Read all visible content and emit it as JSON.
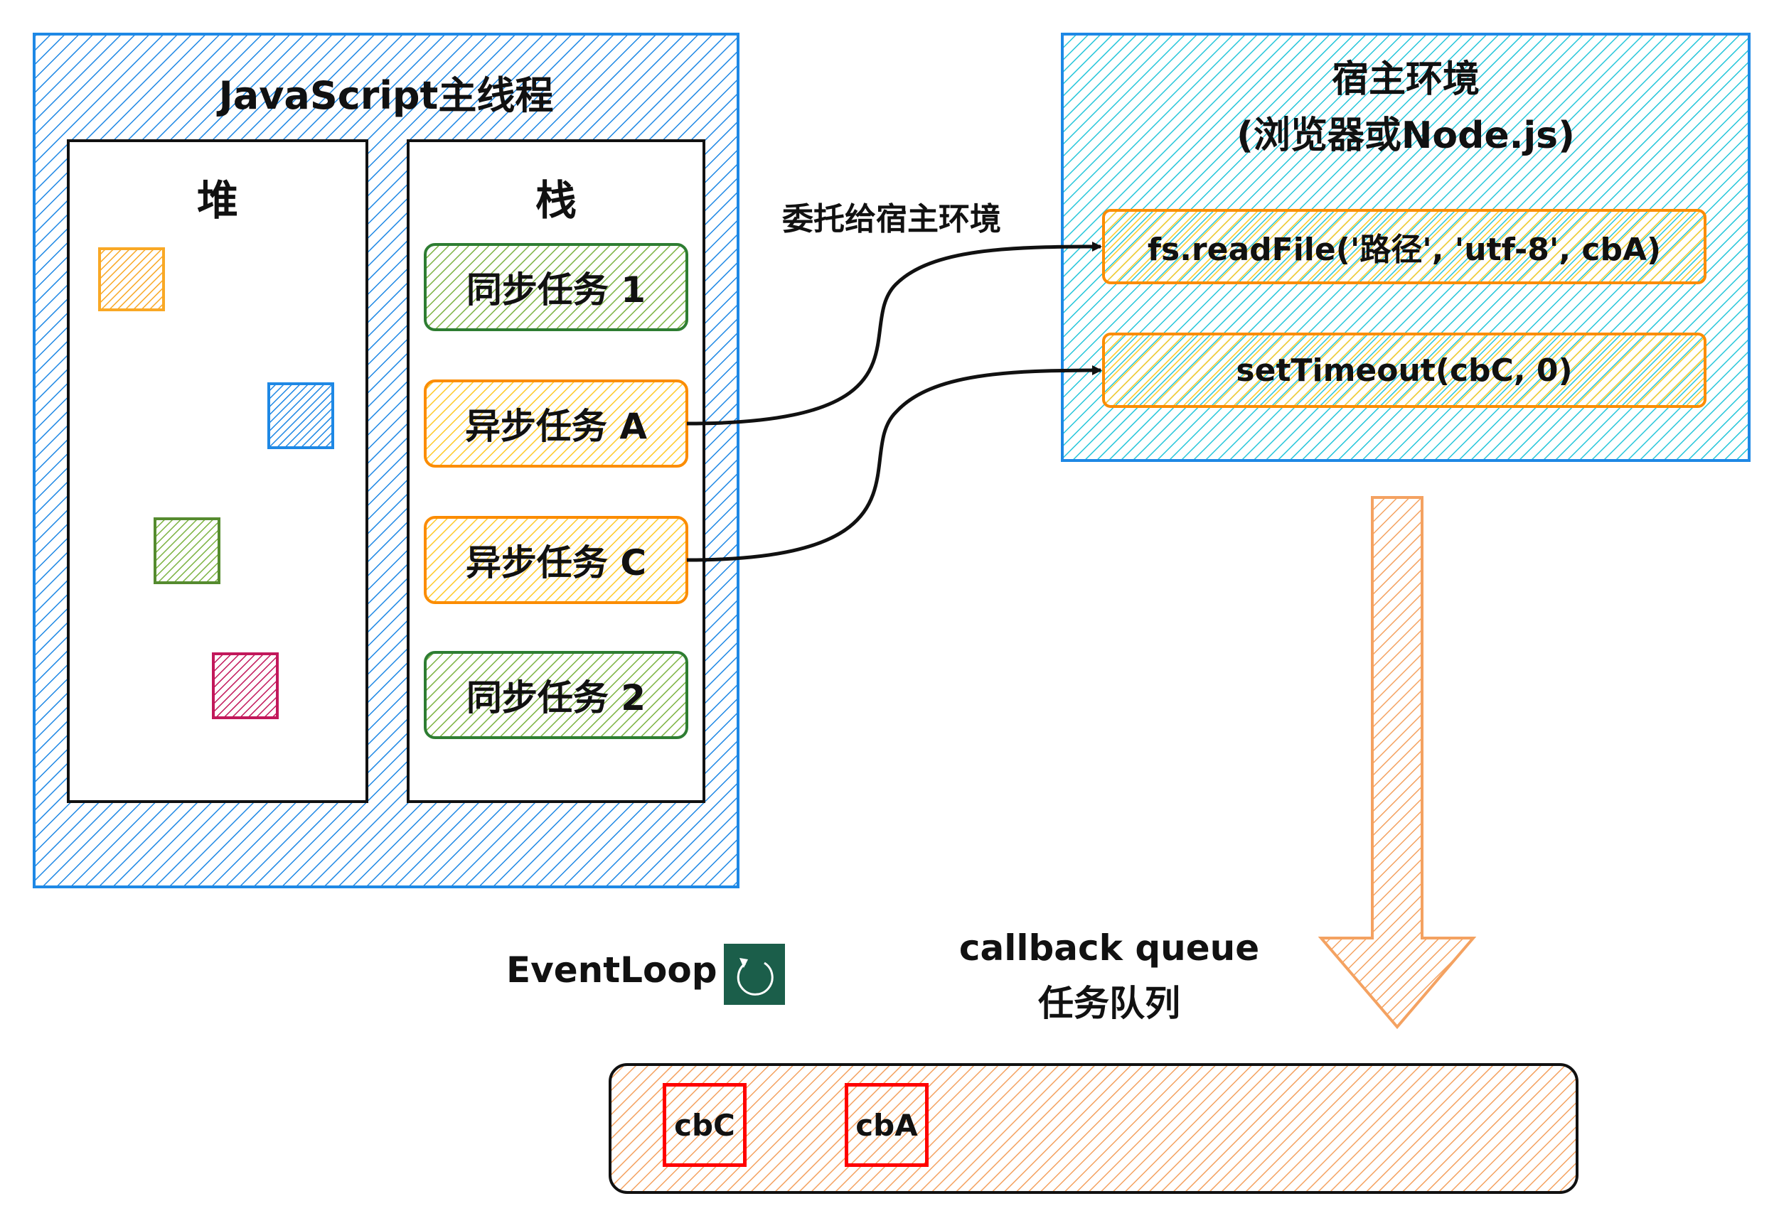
{
  "main_thread": {
    "title": "JavaScript主线程",
    "heap": {
      "title": "堆"
    },
    "stack": {
      "title": "栈",
      "tasks": [
        "同步任务 1",
        "异步任务 A",
        "异步任务 C",
        "同步任务 2"
      ]
    }
  },
  "host": {
    "title": "宿主环境",
    "subtitle": "(浏览器或Node.js)",
    "items": [
      "fs.readFile('路径', 'utf-8', cbA)",
      "setTimeout(cbC, 0)"
    ]
  },
  "delegate_label": "委托给宿主环境",
  "eventloop": {
    "label": "EventLoop",
    "icon": "refresh-icon"
  },
  "queue": {
    "title": "callback queue",
    "subtitle": "任务队列",
    "items": [
      "cbC",
      "cbA"
    ]
  },
  "colors": {
    "main_fill": "#1e88e5",
    "host_fill": "#26c6da",
    "sync_border": "#2e7d32",
    "sync_fill": "#8bc34a",
    "async_border": "#fb8c00",
    "async_fill": "#ffd54f",
    "queue_fill": "#f4a261",
    "callback_border": "#ff0000",
    "eventloop_bg": "#1b5e4a"
  }
}
